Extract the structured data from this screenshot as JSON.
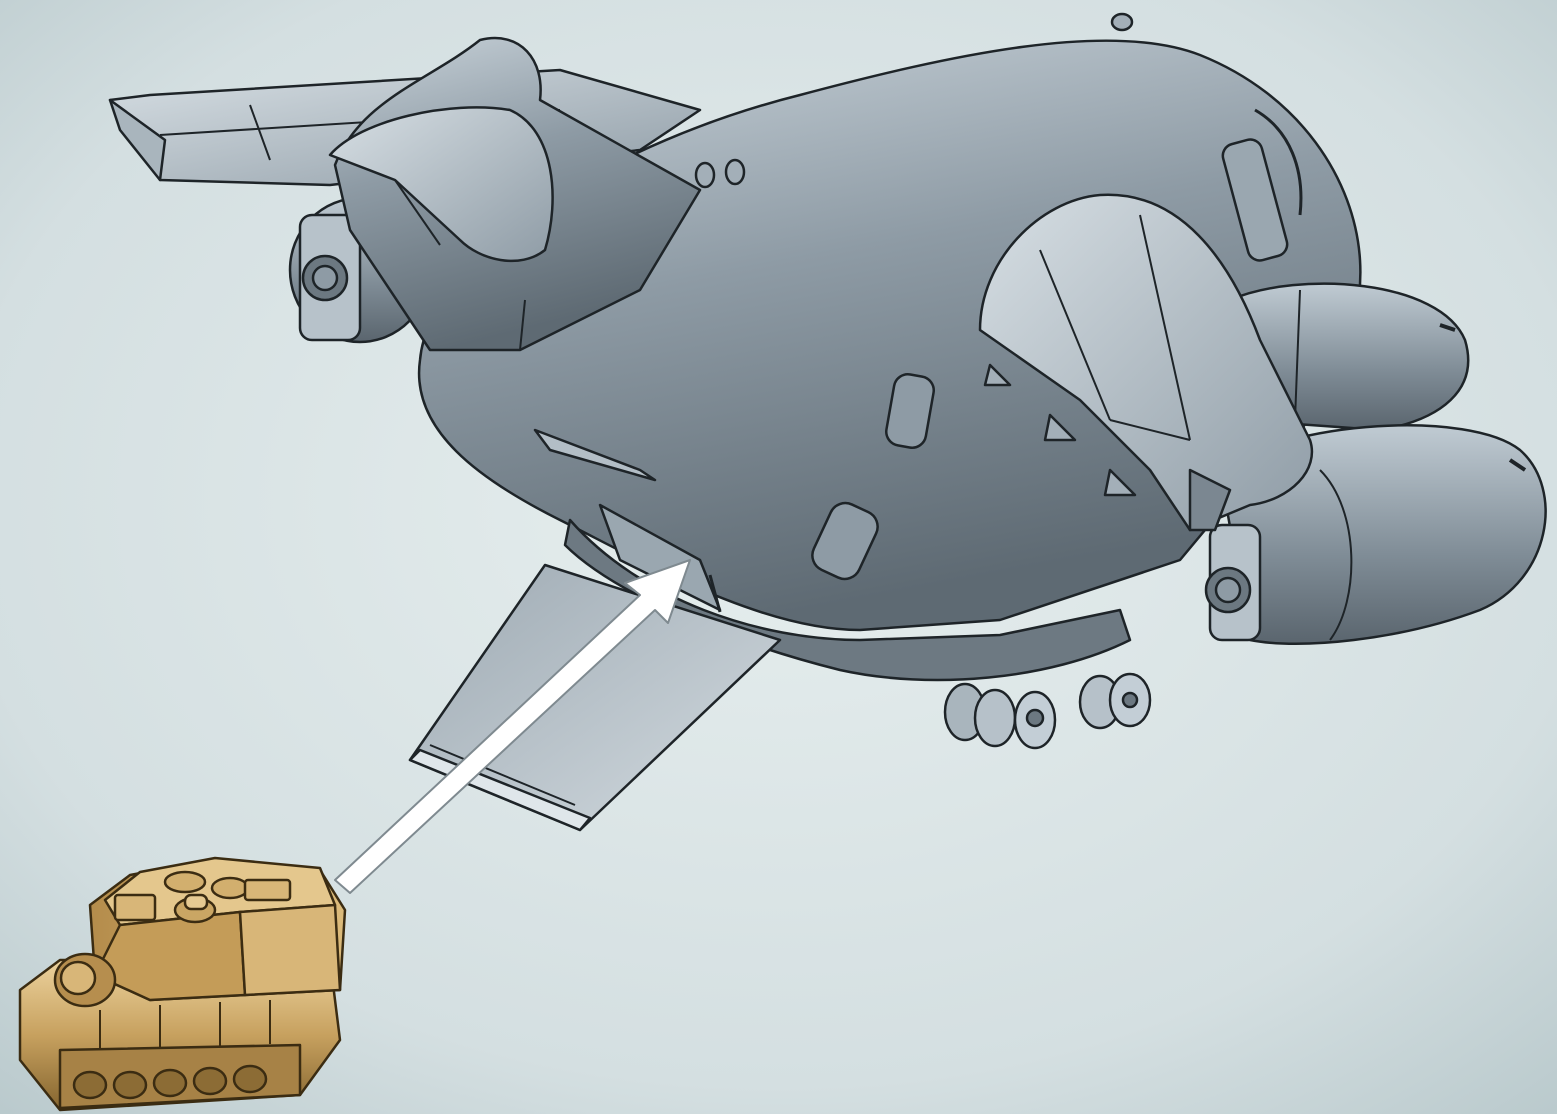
{
  "illustration": {
    "subject_primary": "cartoon-cargo-airplane",
    "subject_secondary": "cartoon-tank",
    "indicator": "loading-arrow",
    "colors": {
      "background": "#d8e3e4",
      "background_edge": "#b9c9cc",
      "aircraft_body": "#8d9aa4",
      "aircraft_light": "#c3ced6",
      "aircraft_dark": "#5f6b74",
      "aircraft_outline": "#1e2428",
      "ramp_fill": "#c2ccd3",
      "tank_body": "#c7a15f",
      "tank_light": "#e2c286",
      "tank_dark": "#8c6c35",
      "arrow_fill": "#ffffff",
      "arrow_outline": "#7f8a90"
    }
  }
}
